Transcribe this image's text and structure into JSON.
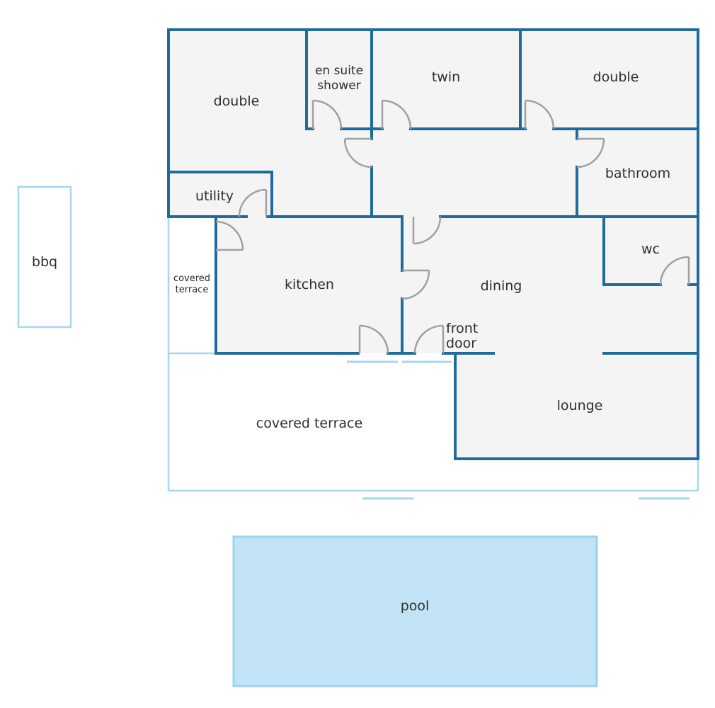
{
  "colors": {
    "wall": "#1f6b9c",
    "light_wall": "#a9d6ef",
    "floor": "#f4f4f4",
    "door": "#a0a0a0",
    "pool_fill": "#c2e2f6",
    "pool_border": "#9fd2ef",
    "text": "#2e2e2e"
  },
  "rooms": {
    "double_left": "double",
    "en_suite_line1": "en suite",
    "en_suite_line2": "shower",
    "twin": "twin",
    "double_right": "double",
    "bathroom": "bathroom",
    "utility": "utility",
    "wc": "wc",
    "kitchen": "kitchen",
    "dining": "dining",
    "front_door_line1": "front",
    "front_door_line2": "door",
    "covered_terrace_side_line1": "covered",
    "covered_terrace_side_line2": "terrace",
    "covered_terrace": "covered terrace",
    "lounge": "lounge",
    "bbq": "bbq",
    "pool": "pool"
  }
}
